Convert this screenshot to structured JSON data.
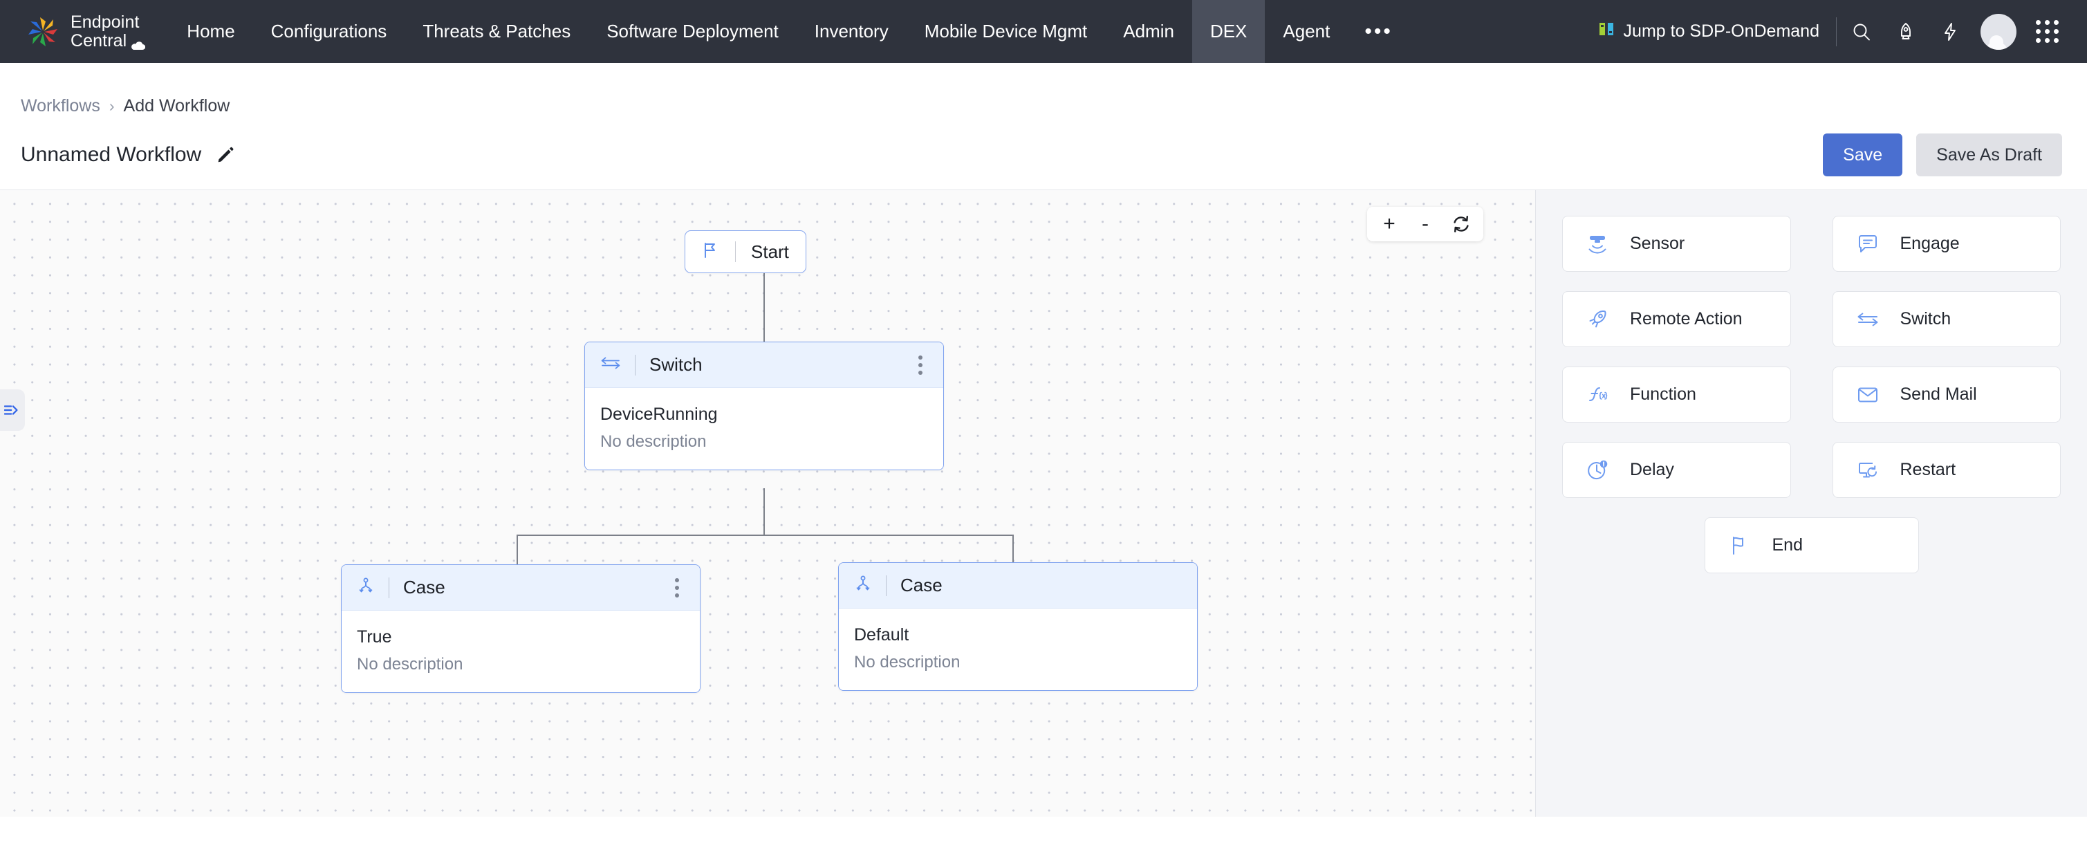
{
  "topnav": {
    "brand_line1": "Endpoint",
    "brand_line2": "Central",
    "items": [
      {
        "label": "Home",
        "active": false
      },
      {
        "label": "Configurations",
        "active": false
      },
      {
        "label": "Threats & Patches",
        "active": false
      },
      {
        "label": "Software Deployment",
        "active": false
      },
      {
        "label": "Inventory",
        "active": false
      },
      {
        "label": "Mobile Device Mgmt",
        "active": false
      },
      {
        "label": "Admin",
        "active": false
      },
      {
        "label": "DEX",
        "active": true
      },
      {
        "label": "Agent",
        "active": false
      }
    ],
    "overflow_label": "•••",
    "jump_label": "Jump to SDP-OnDemand",
    "icons": [
      "search-icon",
      "rocket-icon",
      "lightning-icon",
      "avatar",
      "app-grid-icon"
    ]
  },
  "breadcrumb": {
    "parent": "Workflows",
    "separator": "›",
    "current": "Add Workflow"
  },
  "title_row": {
    "title": "Unnamed Workflow",
    "edit_icon": "pencil-icon",
    "save_label": "Save",
    "save_draft_label": "Save As Draft",
    "primary_color": "#4a6fd0",
    "secondary_color": "#e0e1e6"
  },
  "canvas": {
    "zoom_in_label": "+",
    "zoom_out_label": "-",
    "reset_icon": "refresh-icon",
    "collapse_handle_icon": "expand-panel-icon",
    "nodes": {
      "start": {
        "label": "Start",
        "icon": "flag-icon"
      },
      "switch": {
        "header": "Switch",
        "icon": "switch-arrows-icon",
        "primary": "DeviceRunning",
        "secondary": "No description",
        "menu_icon": "kebab-menu-icon"
      },
      "case_true": {
        "header": "Case",
        "icon": "branch-icon",
        "primary": "True",
        "secondary": "No description",
        "menu_icon": "kebab-menu-icon"
      },
      "case_default": {
        "header": "Case",
        "icon": "branch-icon",
        "primary": "Default",
        "secondary": "No description",
        "menu_icon": "kebab-menu-icon"
      }
    }
  },
  "palette": {
    "items": [
      {
        "label": "Sensor",
        "icon": "sensor-icon"
      },
      {
        "label": "Engage",
        "icon": "chat-bubble-icon"
      },
      {
        "label": "Remote Action",
        "icon": "rocket-icon"
      },
      {
        "label": "Switch",
        "icon": "switch-arrows-icon"
      },
      {
        "label": "Function",
        "icon": "function-fx-icon"
      },
      {
        "label": "Send Mail",
        "icon": "envelope-icon"
      },
      {
        "label": "Delay",
        "icon": "clock-alert-icon"
      },
      {
        "label": "Restart",
        "icon": "monitor-restart-icon"
      }
    ],
    "end_item": {
      "label": "End",
      "icon": "flag-outline-icon"
    },
    "accent_color": "#6e9bf0"
  }
}
